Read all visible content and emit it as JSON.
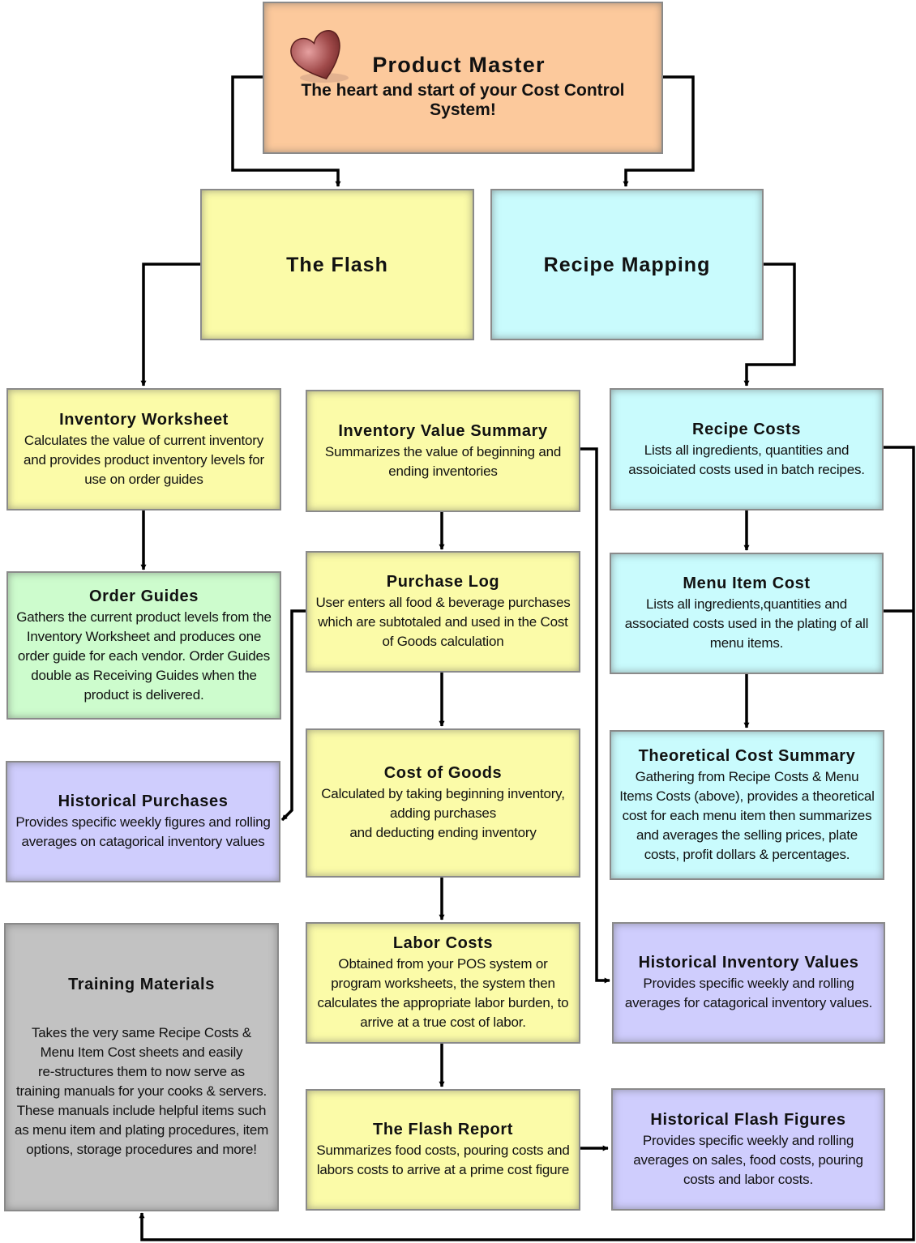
{
  "boxes": {
    "product_master": {
      "title": "Product Master",
      "desc": "The heart and start of your Cost Control System!",
      "color": "#fcc99c"
    },
    "the_flash": {
      "title": "The Flash",
      "color": "#fbfba8"
    },
    "recipe_mapping": {
      "title": "Recipe Mapping",
      "color": "#c9fbfd"
    },
    "inventory_worksheet": {
      "title": "Inventory Worksheet",
      "desc": "Calculates the value of current inventory\nand provides product inventory levels for\nuse on order guides"
    },
    "inventory_value_summary": {
      "title": "Inventory Value Summary",
      "desc": "Summarizes the value of beginning and\nending inventories"
    },
    "recipe_costs": {
      "title": "Recipe Costs",
      "desc": "Lists all ingredients, quantities and\nassoiciated costs used in batch recipes."
    },
    "order_guides": {
      "title": "Order Guides",
      "desc": "Gathers the current product levels from the\nInventory Worksheet and produces one\norder guide for each vendor. Order Guides\ndouble as Receiving Guides when the\nproduct is delivered."
    },
    "purchase_log": {
      "title": "Purchase Log",
      "desc": "User enters all food & beverage purchases\nwhich are subtotaled and used in the Cost\nof Goods calculation"
    },
    "menu_item_cost": {
      "title": "Menu Item Cost",
      "desc": "Lists all ingredients,quantities and\nassociated costs used in the plating of all\nmenu items."
    },
    "historical_purchases": {
      "title": "Historical Purchases",
      "desc": "Provides specific weekly figures and rolling\naverages on catagorical inventory values"
    },
    "cost_of_goods": {
      "title": "Cost of Goods",
      "desc": "Calculated by taking beginning inventory,\nadding purchases\nand deducting ending inventory"
    },
    "theoretical_cost_summary": {
      "title": "Theoretical Cost Summary",
      "desc": "Gathering from Recipe Costs & Menu\nItems Costs (above), provides a theoretical\ncost for each menu item then summarizes\nand averages the selling prices, plate\ncosts, profit dollars & percentages."
    },
    "training_materials": {
      "title": "Training Materials",
      "desc": "Takes the very same Recipe Costs &\nMenu Item Cost sheets and easily\nre-structures them to now serve as\ntraining manuals for your cooks & servers.\nThese manuals include helpful items such\nas menu item and plating procedures, item\noptions, storage procedures and more!"
    },
    "labor_costs": {
      "title": "Labor Costs",
      "desc": "Obtained from your POS system or\nprogram worksheets, the system then\ncalculates the appropriate labor burden, to\narrive at a true cost of labor."
    },
    "historical_inventory_values": {
      "title": "Historical Inventory Values",
      "desc": "Provides specific weekly and rolling\naverages for catagorical inventory values."
    },
    "flash_report": {
      "title": "The Flash Report",
      "desc": "Summarizes food costs, pouring costs and\nlabors costs to arrive at a prime cost figure"
    },
    "historical_flash_figures": {
      "title": "Historical Flash Figures",
      "desc": "Provides specific weekly and rolling\naverages on sales, food costs, pouring\ncosts and labor costs."
    }
  },
  "colors": {
    "yellow": "#fbfba8",
    "cyan": "#c9fbfd",
    "green": "#cdfccd",
    "purple": "#cfcdfd",
    "gray": "#c2c2c2",
    "orange": "#fcc99c",
    "connector": "#000000"
  },
  "icons": {
    "heart": "heart-icon"
  }
}
